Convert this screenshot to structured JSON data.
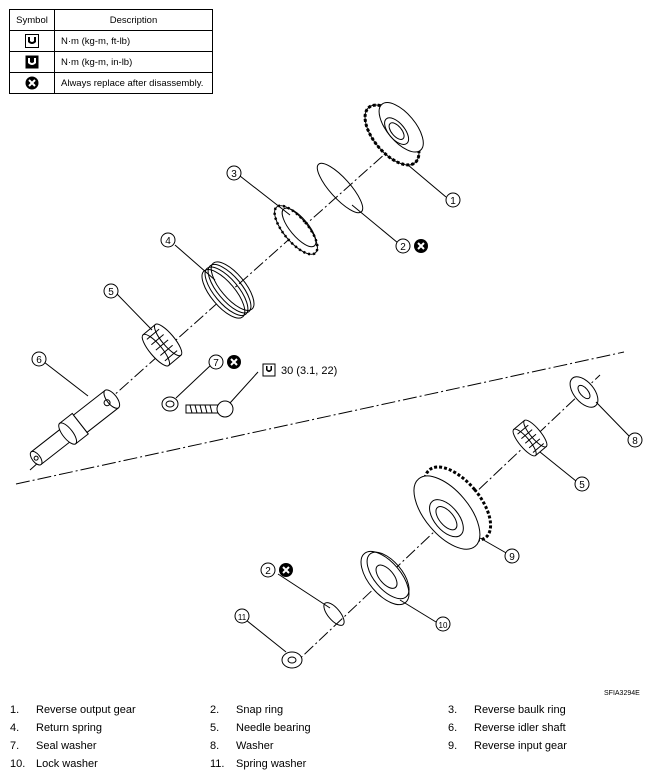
{
  "symbol_table": {
    "header_symbol": "Symbol",
    "header_description": "Description",
    "rows": [
      {
        "icon": "torque-nm-ftlb-icon",
        "description": "N·m (kg-m, ft-lb)"
      },
      {
        "icon": "torque-nm-inlb-icon",
        "description": "N·m (kg-m, in-lb)"
      },
      {
        "icon": "always-replace-icon",
        "description": "Always replace after disassembly."
      }
    ]
  },
  "torque_callout": "30 (3.1, 22)",
  "figure_id": "SFIA3294E",
  "callouts": [
    "1",
    "2",
    "3",
    "4",
    "5",
    "6",
    "7",
    "8",
    "9",
    "10",
    "11"
  ],
  "legend": [
    {
      "num": "1.",
      "label": "Reverse output gear"
    },
    {
      "num": "2.",
      "label": "Snap ring"
    },
    {
      "num": "3.",
      "label": "Reverse baulk ring"
    },
    {
      "num": "4.",
      "label": "Return spring"
    },
    {
      "num": "5.",
      "label": "Needle bearing"
    },
    {
      "num": "6.",
      "label": "Reverse idler shaft"
    },
    {
      "num": "7.",
      "label": "Seal washer"
    },
    {
      "num": "8.",
      "label": "Washer"
    },
    {
      "num": "9.",
      "label": "Reverse input gear"
    },
    {
      "num": "10.",
      "label": "Lock washer"
    },
    {
      "num": "11.",
      "label": "Spring washer"
    }
  ]
}
